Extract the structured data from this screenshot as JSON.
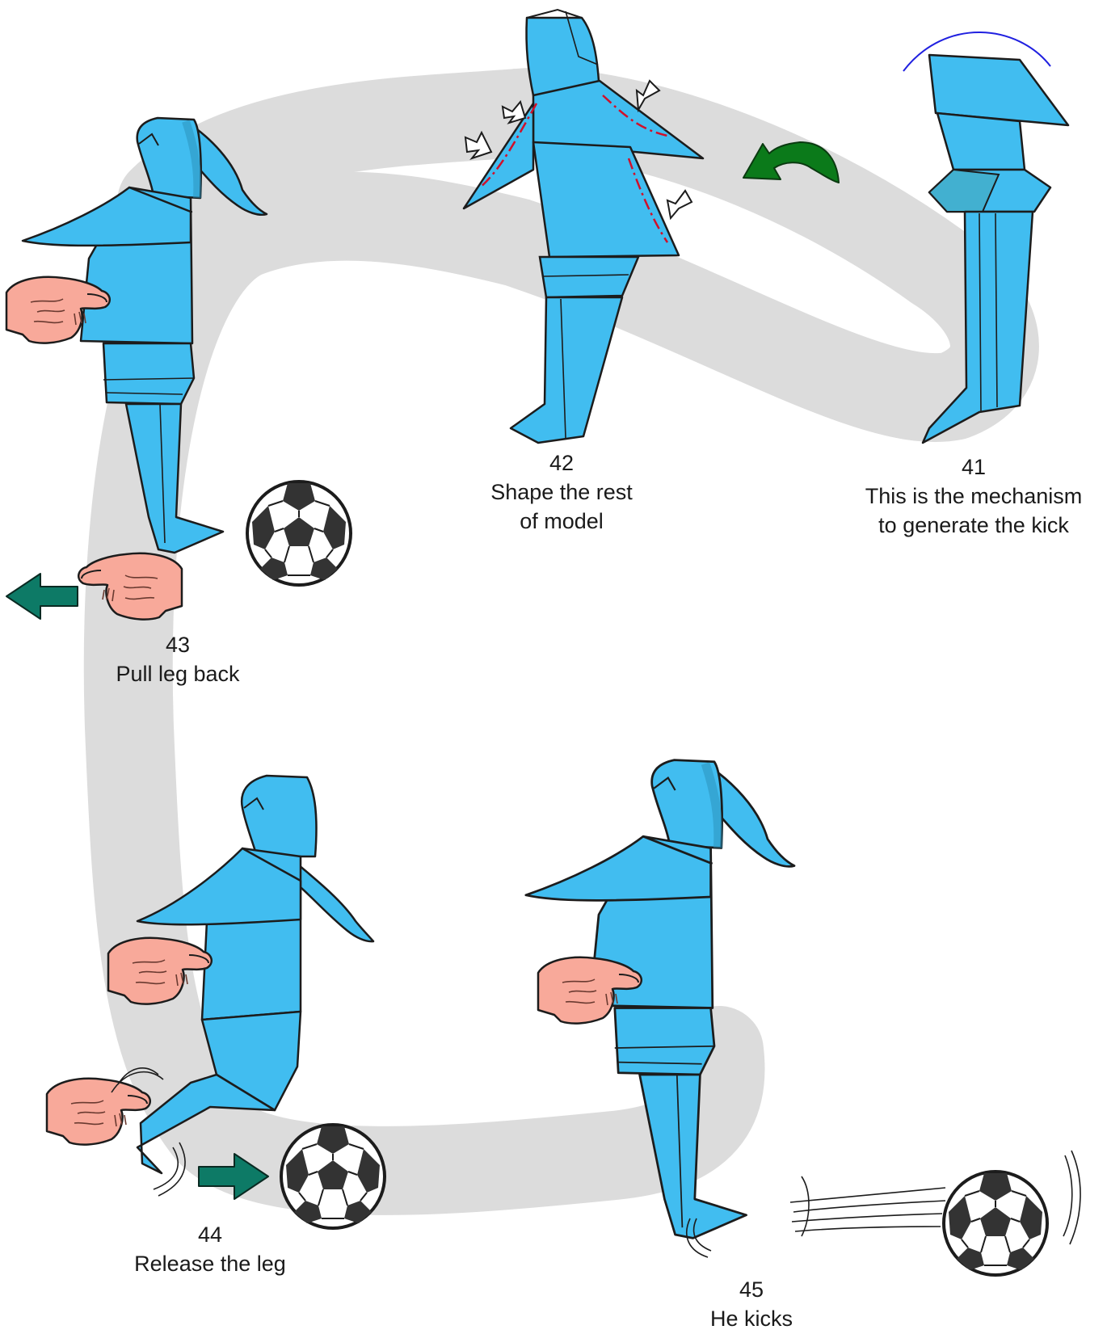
{
  "steps": [
    {
      "number": "41",
      "lines": [
        "This is the mechanism",
        "to generate the kick"
      ]
    },
    {
      "number": "42",
      "lines": [
        "Shape the rest",
        "of model"
      ]
    },
    {
      "number": "43",
      "lines": [
        "Pull leg back"
      ]
    },
    {
      "number": "44",
      "lines": [
        "Release the leg"
      ]
    },
    {
      "number": "45",
      "lines": [
        "He kicks"
      ]
    }
  ],
  "colors": {
    "paper_blue": "#41bdf0",
    "paper_dark": "#2aa6d8",
    "paper_fold": "#42b0d0",
    "outline": "#1c1c1c",
    "path_gray": "#dcdcdc",
    "hand_skin": "#f8a99a",
    "arrow_green": "#0b7a1a",
    "arrow_teal": "#0d7a66",
    "crease_red": "#d0102a",
    "motion_arc": "#2020e0"
  },
  "icons": [
    "hand-icon",
    "soccer-ball-icon",
    "push-arrow-icon",
    "rotate-arrow-icon",
    "pull-arrow-icon"
  ]
}
